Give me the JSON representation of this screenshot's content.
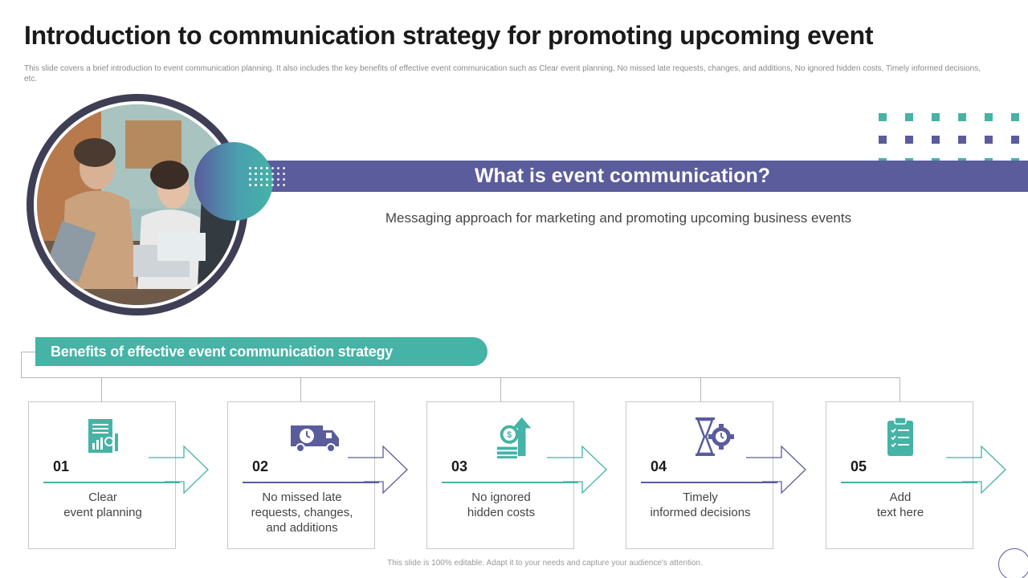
{
  "slide": {
    "title": "Introduction to communication strategy for promoting upcoming event",
    "subtitle": "This slide covers a brief introduction to event communication planning. It also includes the key benefits of effective event communication such as Clear event planning, No missed late requests, changes, and additions, No ignored hidden costs, Timely informed decisions, etc.",
    "footer": "This slide is 100% editable. Adapt it to your needs and capture your audience's attention."
  },
  "banner": {
    "heading": "What is event communication?",
    "message": "Messaging approach for marketing and promoting upcoming business events"
  },
  "benefits": {
    "heading": "Benefits of effective event communication strategy",
    "cards": [
      {
        "number": "01",
        "line1": "Clear",
        "line2": "event  planning",
        "line3": "",
        "icon": "document-chart-icon",
        "color": "#45b3a5"
      },
      {
        "number": "02",
        "line1": "No missed late",
        "line2": "requests, changes,",
        "line3": "and additions",
        "icon": "delivery-truck-clock-icon",
        "color": "#5a5c9c"
      },
      {
        "number": "03",
        "line1": "No ignored",
        "line2": "hidden costs",
        "line3": "",
        "icon": "money-growth-icon",
        "color": "#45b3a5"
      },
      {
        "number": "04",
        "line1": "Timely",
        "line2": "informed decisions",
        "line3": "",
        "icon": "hourglass-gear-icon",
        "color": "#5a5c9c"
      },
      {
        "number": "05",
        "line1": "Add",
        "line2": "text here",
        "line3": "",
        "icon": "clipboard-checklist-icon",
        "color": "#45b3a5"
      }
    ]
  },
  "colors": {
    "purple": "#5a5c9c",
    "teal": "#45b3a5",
    "dark_ring": "#3e3f55"
  }
}
